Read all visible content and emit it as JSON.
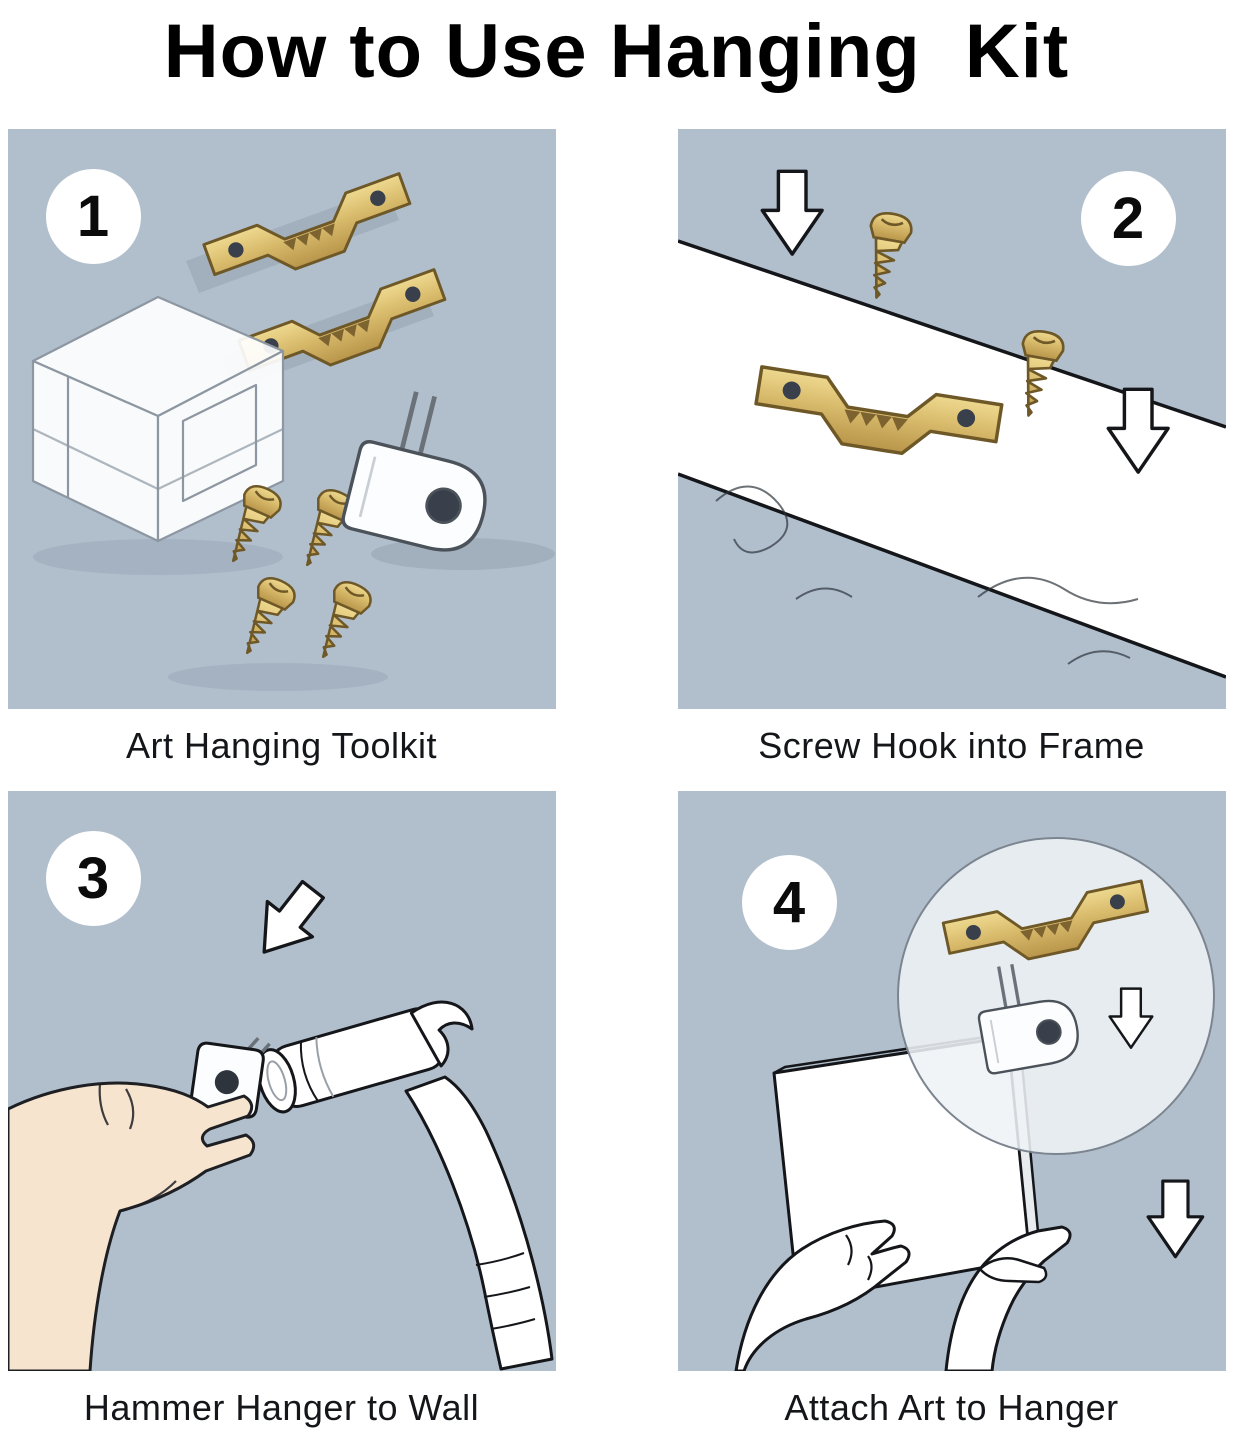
{
  "title": "How to Use Hanging  Kit",
  "panels": [
    {
      "number": "1",
      "caption": "Art Hanging Toolkit",
      "alt": "sawtooth hangers, screws, storage box and wall hook"
    },
    {
      "number": "2",
      "caption": "Screw Hook into Frame",
      "alt": "sawtooth hanger screwed to frame board with screws and arrows"
    },
    {
      "number": "3",
      "caption": "Hammer Hanger to Wall",
      "alt": "hand holding wall hanger while hammer drives it in"
    },
    {
      "number": "4",
      "caption": "Attach Art to Hanger",
      "alt": "hands lowering framed art onto hanger, magnified detail of hook"
    }
  ],
  "icons": {
    "down_arrow": "white-block-arrow-down",
    "sawtooth_hanger": "brass-sawtooth-strip",
    "screw": "brass-pan-head-screw",
    "wall_hook": "white-hook-plate-with-pins",
    "hammer": "white-claw-hammer",
    "hand": "hand-holding-hanger",
    "magnifier": "zoom-detail-circle"
  },
  "colors": {
    "panel-bg": "#b1bfcd",
    "brass": "#d8ba6b",
    "brass-dark": "#6e5827",
    "outline": "#14161a",
    "skin": "#f6e4cf",
    "paper": "#ffffff",
    "shadow": "#93a1b0"
  }
}
